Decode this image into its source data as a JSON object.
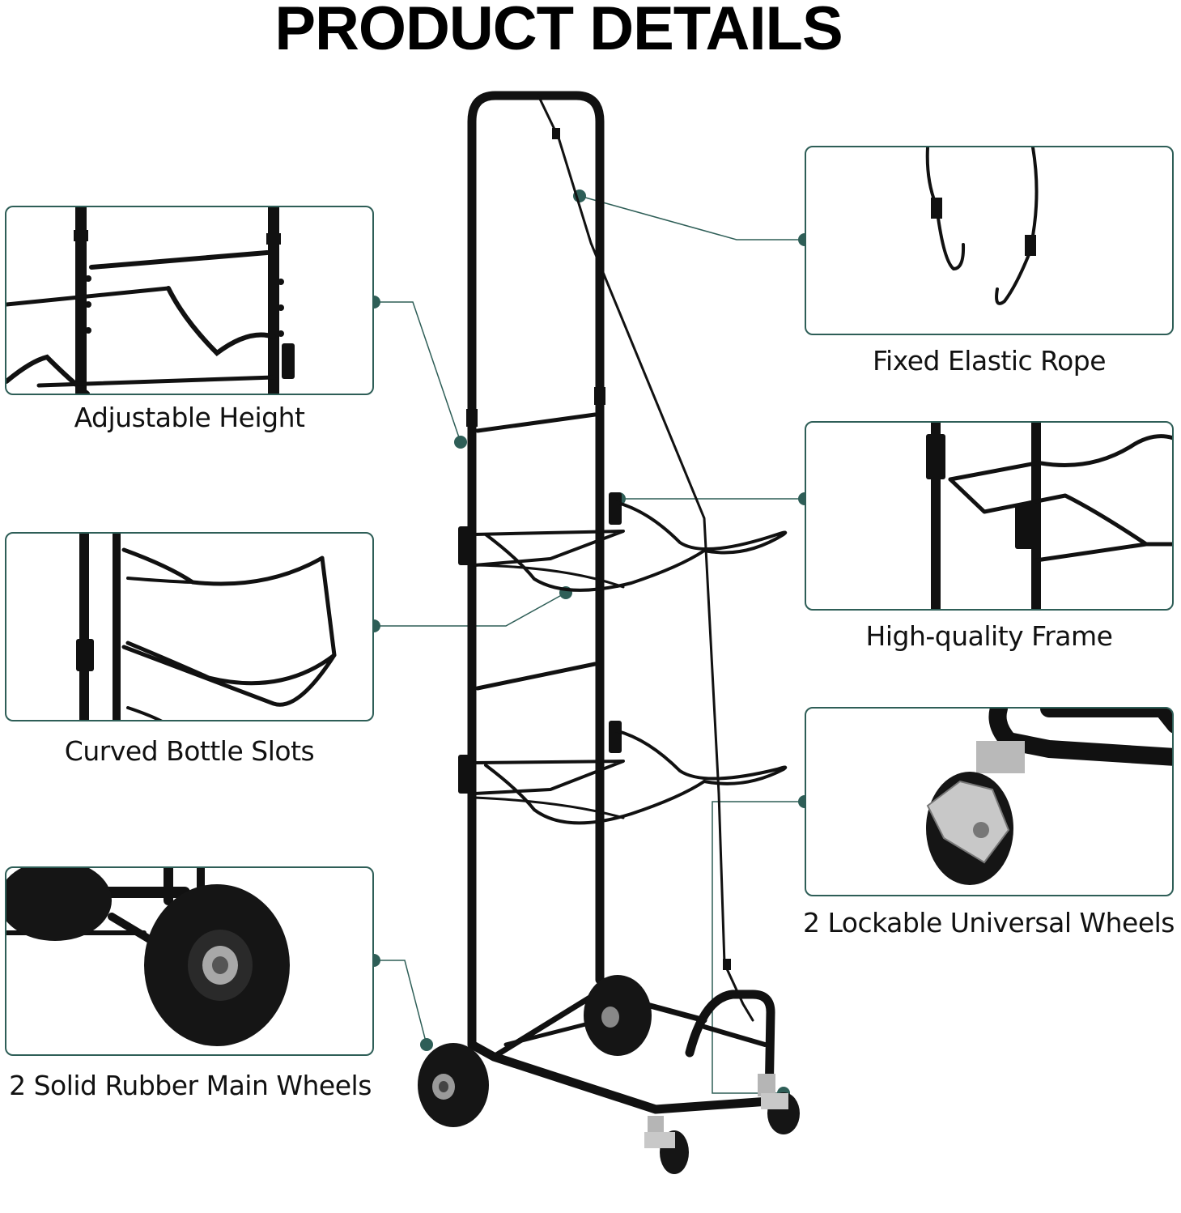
{
  "page": {
    "title": "PRODUCT DETAILS"
  },
  "colors": {
    "accent": "#2e5e57",
    "frame": "#111111",
    "text": "#111111"
  },
  "features": [
    {
      "id": "adjustable-height",
      "label": "Adjustable Height",
      "icon": "frame-detail-icon"
    },
    {
      "id": "curved-bottle-slots",
      "label": "Curved Bottle Slots",
      "icon": "bottle-slot-icon"
    },
    {
      "id": "solid-rubber-wheels",
      "label": "2 Solid Rubber Main Wheels",
      "icon": "rubber-wheel-icon"
    },
    {
      "id": "elastic-rope",
      "label": "Fixed Elastic Rope",
      "icon": "elastic-rope-icon"
    },
    {
      "id": "high-quality-frame",
      "label": "High-quality Frame",
      "icon": "frame-icon"
    },
    {
      "id": "lockable-wheels",
      "label": "2 Lockable Universal Wheels",
      "icon": "caster-wheel-icon"
    }
  ]
}
